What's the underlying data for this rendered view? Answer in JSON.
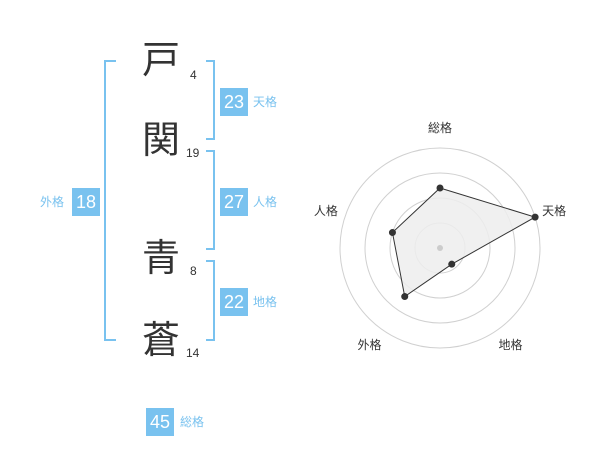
{
  "name": {
    "chars": [
      {
        "char": "戸",
        "strokes": "4"
      },
      {
        "char": "関",
        "strokes": "19"
      },
      {
        "char": "青",
        "strokes": "8"
      },
      {
        "char": "蒼",
        "strokes": "14"
      }
    ]
  },
  "fortune": {
    "ten": {
      "value": "23",
      "label": "天格"
    },
    "jin": {
      "value": "27",
      "label": "人格"
    },
    "chi": {
      "value": "22",
      "label": "地格"
    },
    "gai": {
      "value": "18",
      "label": "外格"
    },
    "total": {
      "value": "45",
      "label": "総格"
    }
  },
  "chart_data": {
    "type": "radar",
    "axes": [
      "総格",
      "天格",
      "地格",
      "外格",
      "人格"
    ],
    "max": 5,
    "rings": 4,
    "values": [
      3,
      5,
      1,
      3,
      2.5
    ],
    "colors": {
      "fill": "#ededed",
      "line": "#333333",
      "grid": "#d0d0d0",
      "point": "#333333",
      "center": "#cccccc"
    }
  },
  "colors": {
    "accent": "#79c2ef",
    "text": "#333333"
  }
}
